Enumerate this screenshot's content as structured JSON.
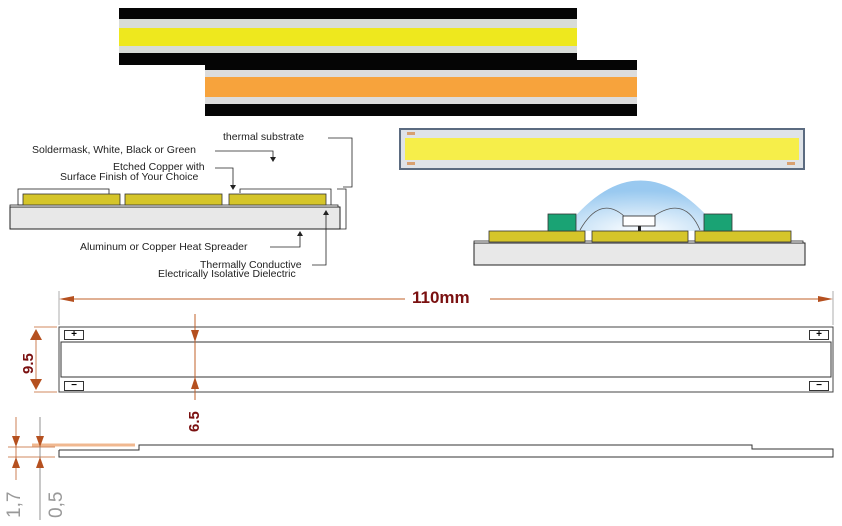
{
  "photos": {
    "strip_cool_white": {
      "description": "COB LED strip, cool white",
      "glow_color": "#f2ec1c"
    },
    "strip_warm_white": {
      "description": "COB LED strip, warm white",
      "glow_color": "#f7a23a"
    },
    "strip_top_view": {
      "description": "COB LED strip top view",
      "glow_color": "#f6ee4a"
    }
  },
  "layer_diagram": {
    "labels": {
      "thermal_substrate": "thermal substrate",
      "soldermask": "Soldermask, White, Black or Green",
      "etched_copper_1": "Etched Copper with",
      "etched_copper_2": "Surface Finish of Your Choice",
      "heat_spreader": "Aluminum or Copper Heat Spreader",
      "dielectric_1": "Thermally Conductive",
      "dielectric_2": "Electrically Isolative Dielectric"
    }
  },
  "dimensions": {
    "length": "110mm",
    "width": "9.5",
    "emitter_width": "6.5",
    "total_thickness": "1,7",
    "board_thickness": "0,5",
    "pad_plus": "+",
    "pad_minus": "−"
  },
  "colors": {
    "dimension_line": "#c0602a",
    "dimension_text": "#7a1010",
    "copper_pad": "#d8c92a",
    "led_chip": "#1aa374",
    "lens": "#9ccbf0",
    "substrate": "#e6e6e6"
  }
}
